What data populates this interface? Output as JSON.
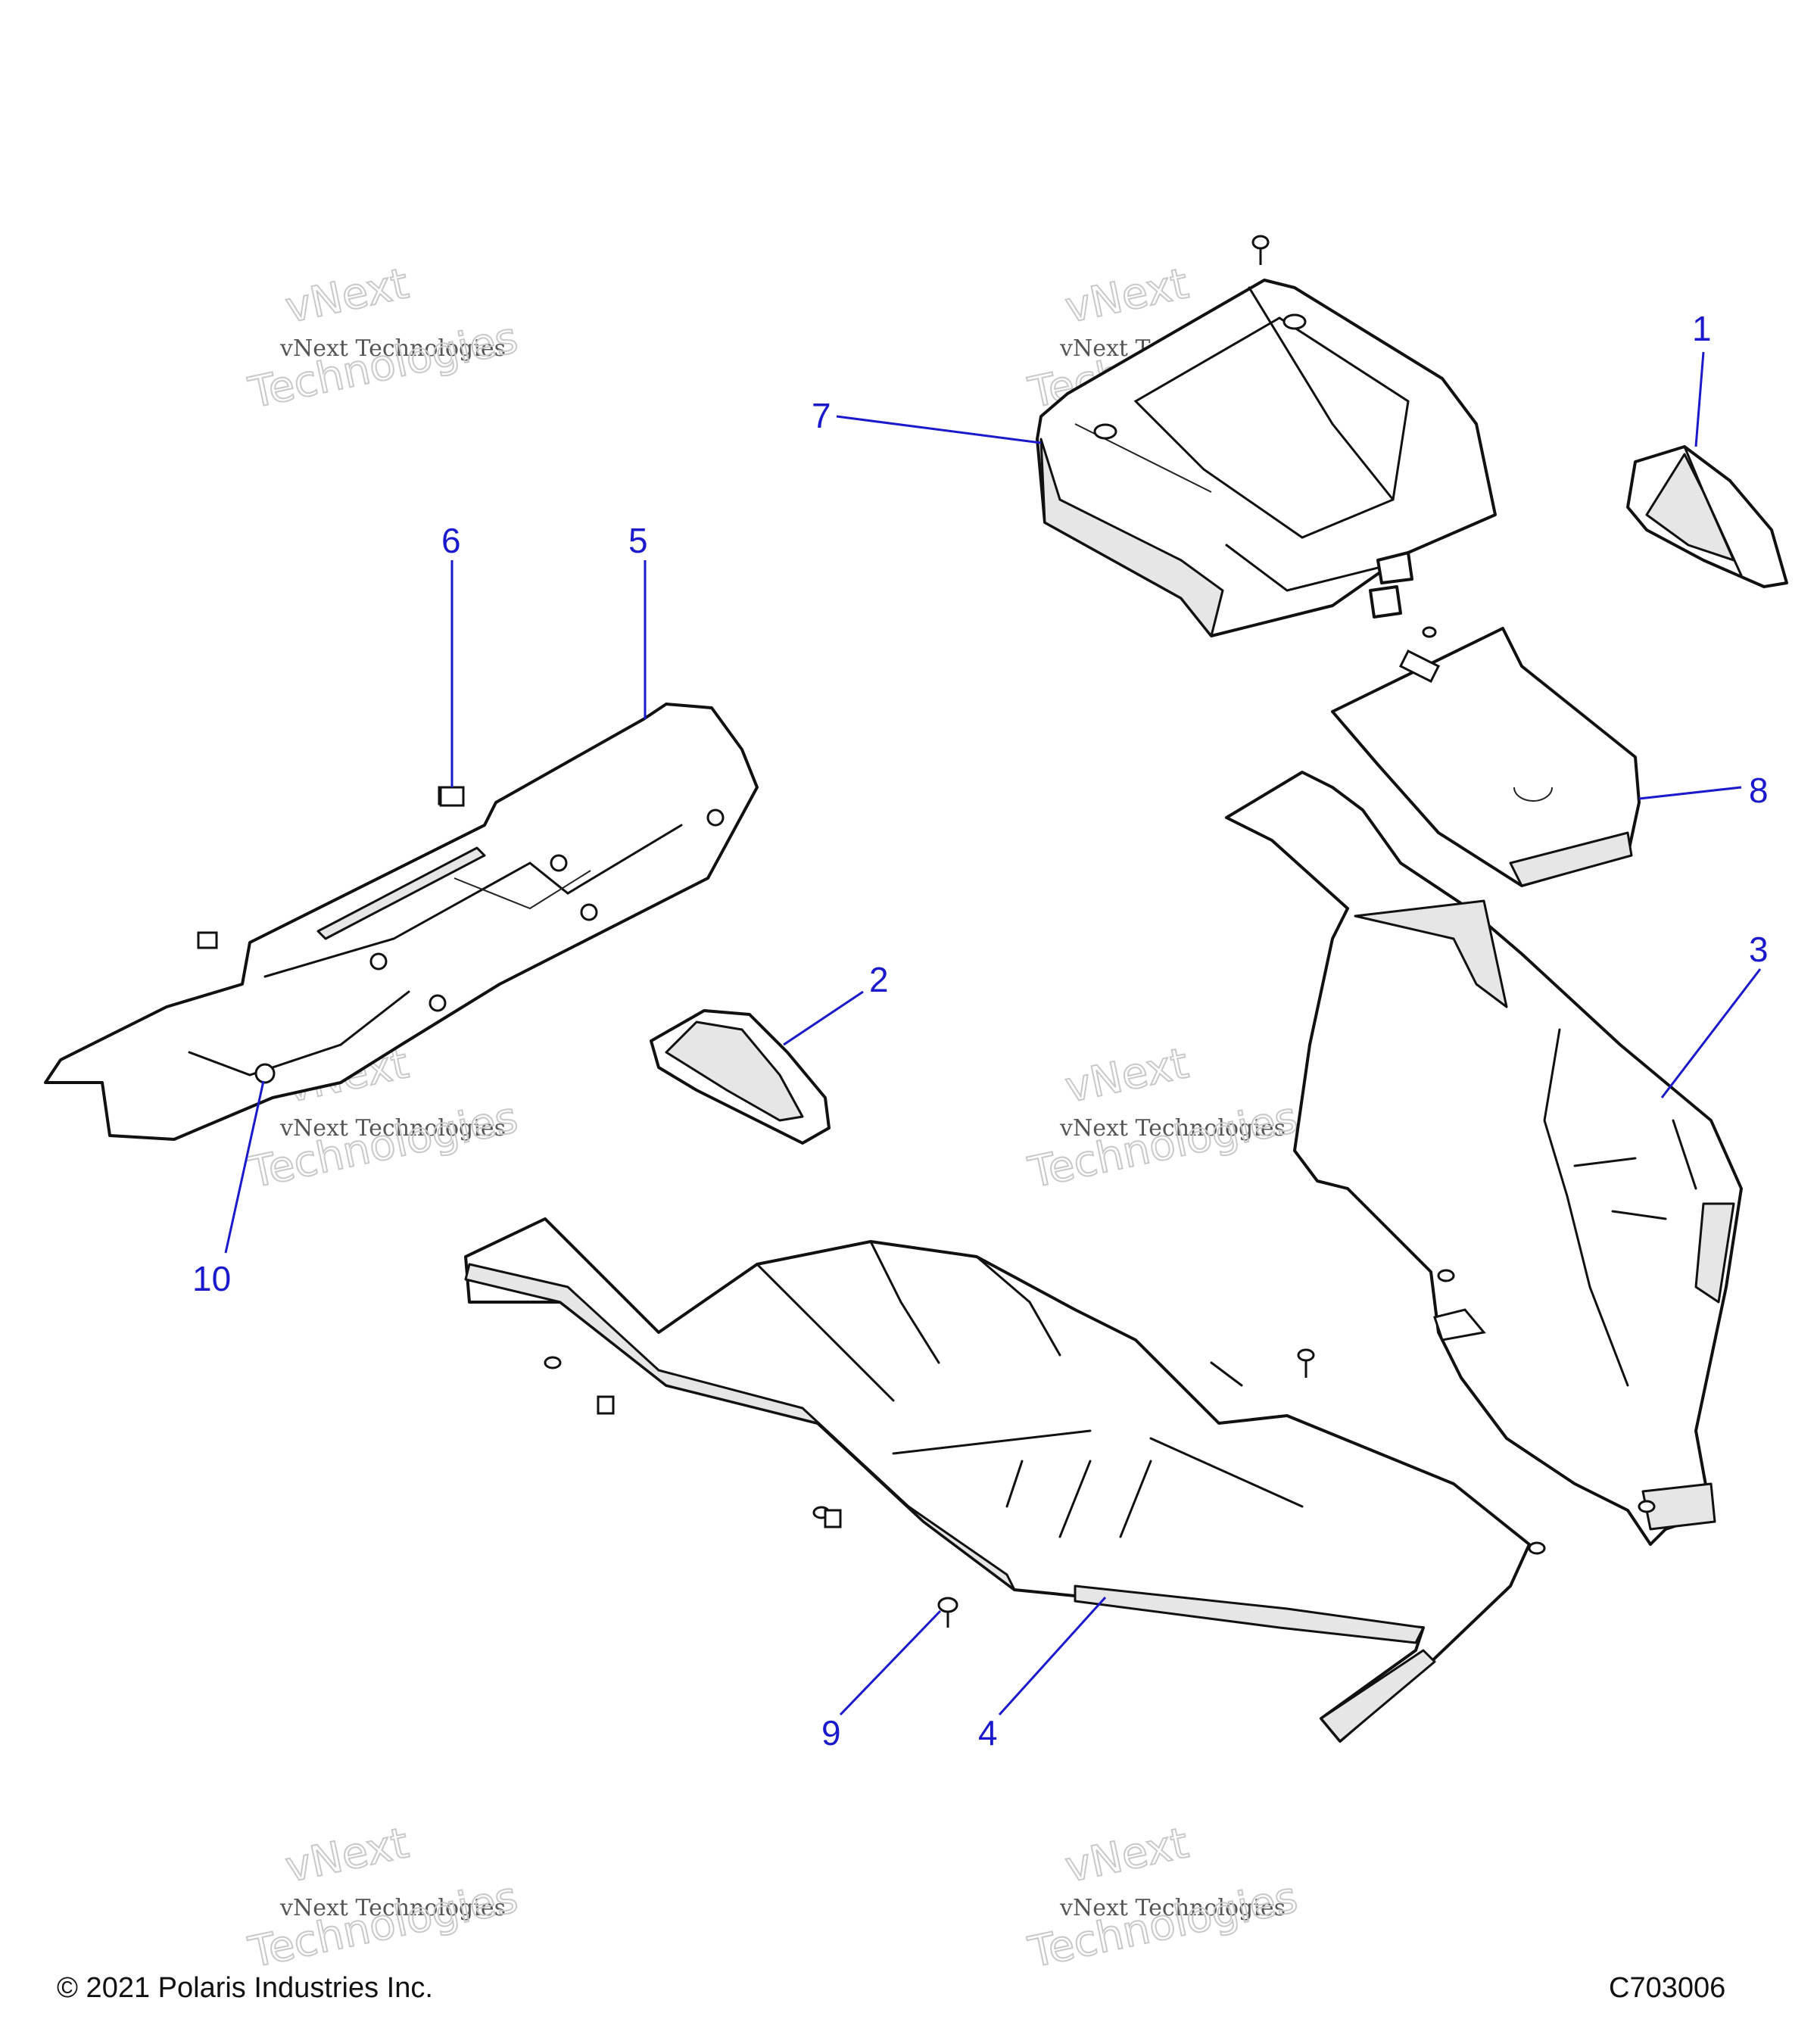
{
  "diagram": {
    "callouts": [
      "1",
      "2",
      "3",
      "4",
      "5",
      "6",
      "7",
      "8",
      "9",
      "10"
    ],
    "colors": {
      "callout": "#1a1acc",
      "line": "#111111",
      "watermark": "#c9c9c9"
    }
  },
  "watermark": {
    "line1": "vNext",
    "line2": "vNext Technologies",
    "line3": "Technologies"
  },
  "footer": {
    "copyright": "© 2021 Polaris Industries Inc.",
    "code": "C703006"
  }
}
